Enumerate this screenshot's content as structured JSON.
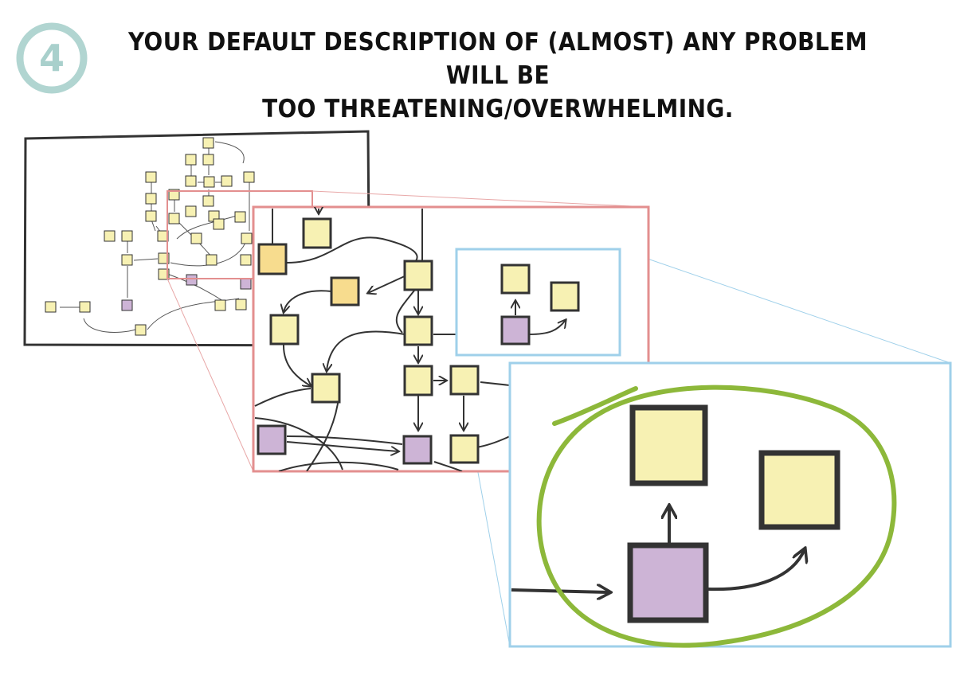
{
  "step": {
    "number": "4",
    "color": "#a9d0cc"
  },
  "title": {
    "line1": "YOUR DEFAULT DESCRIPTION OF (ALMOST) ANY PROBLEM WILL BE",
    "line2": "TOO THREATENING/OVERWHELMING."
  },
  "colors": {
    "overview_frame": "#333333",
    "zoom1_frame": "#e38f8f",
    "zoom2_frame": "#9fd0ea",
    "focus_outline": "#8db83a",
    "node_yellow": "#f7f1b3",
    "node_orange": "#f7dc8e",
    "node_purple": "#cdb4d6",
    "node_border": "#333333"
  }
}
